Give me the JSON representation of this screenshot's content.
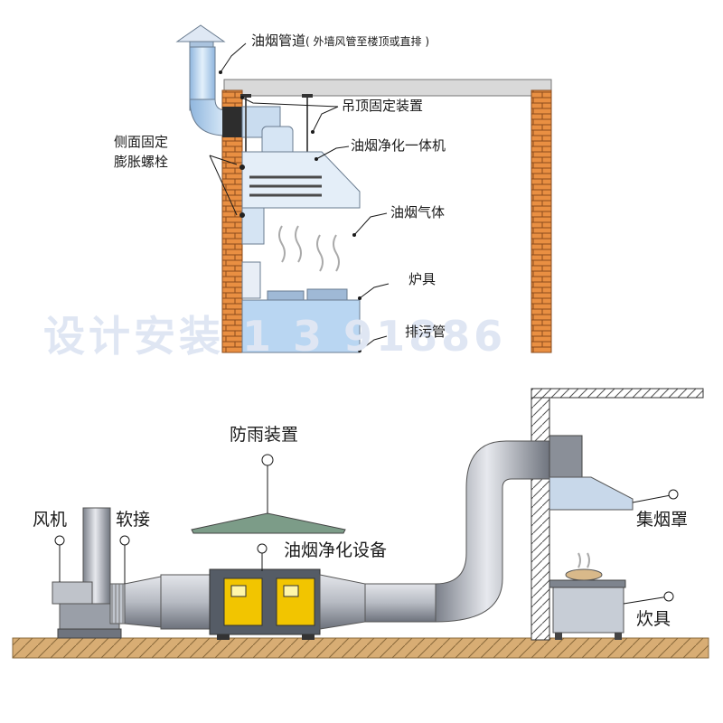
{
  "top_diagram": {
    "labels": {
      "flue_duct": "油烟管道",
      "flue_duct_note": "( 外墙风管至楼顶或直排 )",
      "ceiling_mount": "吊顶固定装置",
      "purifier_unit": "油烟净化一体机",
      "side_bolt_line1": "侧面固定",
      "side_bolt_line2": "膨胀螺栓",
      "fume_gas": "油烟气体",
      "stove": "炉具",
      "drain_pipe": "排污管"
    }
  },
  "watermark": "设计安装 1   3    91886",
  "bottom_diagram": {
    "labels": {
      "fan": "风机",
      "soft_joint": "软接",
      "rain_cover": "防雨装置",
      "purifier_equipment": "油烟净化设备",
      "hood": "集烟罩",
      "cooker": "炊具"
    }
  },
  "colors": {
    "brick": "#e58a3c",
    "duct_light": "#c8ccd4",
    "duct_dark": "#7c818c",
    "purifier_yellow": "#f2c500",
    "ground": "#d7ae78",
    "blue_appliance": "#b9d6f2"
  }
}
